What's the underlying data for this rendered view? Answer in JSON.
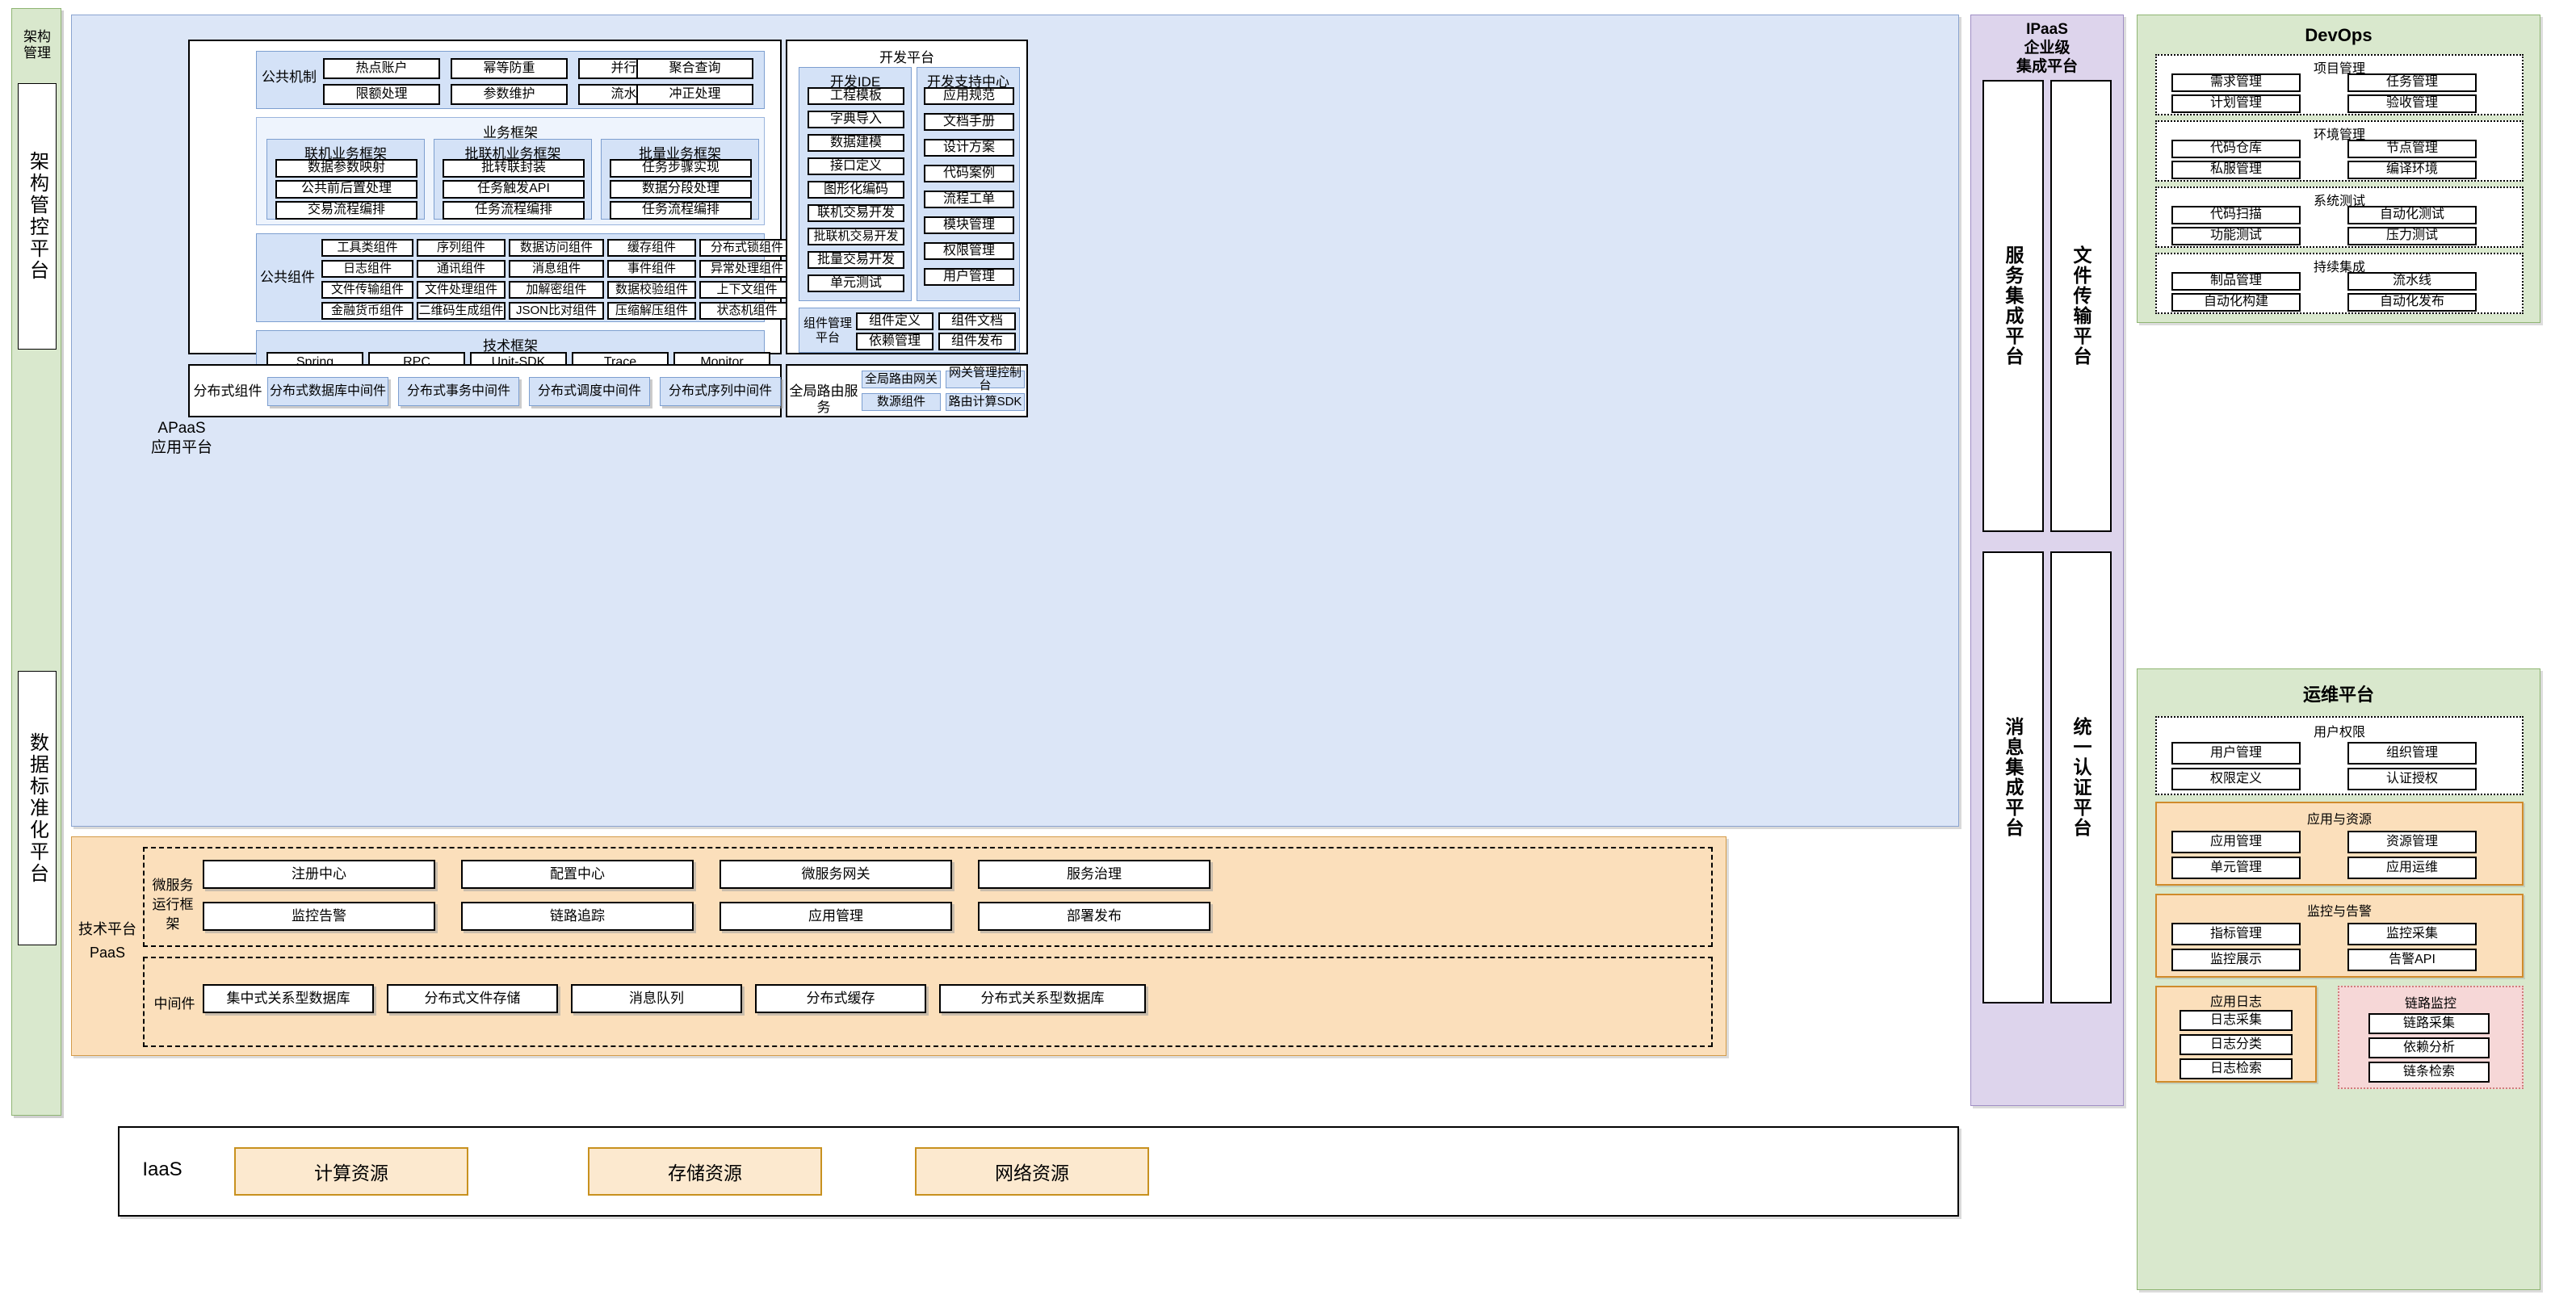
{
  "left_rail": {
    "top_label": "架构管理",
    "cells": [
      "架构管控平台",
      "数据标准化平台"
    ]
  },
  "apaas": {
    "label": "APaaS\n应用平台",
    "label_line1": "APaaS",
    "label_line2": "应用平台",
    "common_mechanism": {
      "title": "公共机制",
      "items": [
        "热点账户",
        "幂等防重",
        "并行分派",
        "聚合查询",
        "限额处理",
        "参数维护",
        "流水登记",
        "冲正处理"
      ]
    },
    "business_framework": {
      "title": "业务框架",
      "groups": [
        {
          "title": "联机业务框架",
          "items": [
            "数据参数映射",
            "公共前后置处理",
            "交易流程编排"
          ]
        },
        {
          "title": "批联机业务框架",
          "items": [
            "批转联封装",
            "任务触发API",
            "任务流程编排"
          ]
        },
        {
          "title": "批量业务框架",
          "items": [
            "任务步骤实现",
            "数据分段处理",
            "任务流程编排"
          ]
        }
      ]
    },
    "common_components": {
      "title": "公共组件",
      "rows": [
        [
          "工具类组件",
          "序列组件",
          "数据访问组件",
          "缓存组件",
          "分布式锁组件"
        ],
        [
          "日志组件",
          "通讯组件",
          "消息组件",
          "事件组件",
          "异常处理组件"
        ],
        [
          "文件传输组件",
          "文件处理组件",
          "加解密组件",
          "数据校验组件",
          "上下文组件"
        ],
        [
          "金融货币组件",
          "二维码生成组件",
          "JSON比对组件",
          "压缩解压组件",
          "状态机组件"
        ]
      ]
    },
    "tech_framework": {
      "title": "技术框架",
      "items": [
        "Spring",
        "RPC",
        "Unit-SDK",
        "Trace",
        "Monitor"
      ]
    },
    "dev_platform": {
      "title": "开发平台",
      "ide": {
        "title": "开发IDE",
        "items": [
          "工程模板",
          "字典导入",
          "数据建模",
          "接口定义",
          "图形化编码",
          "联机交易开发",
          "批联机交易开发",
          "批量交易开发",
          "单元测试"
        ]
      },
      "support": {
        "title": "开发支持中心",
        "items": [
          "应用规范",
          "文档手册",
          "设计方案",
          "代码案例",
          "流程工单",
          "模块管理",
          "权限管理",
          "用户管理"
        ]
      },
      "component_platform": {
        "title": "组件管理平台",
        "items": [
          "组件定义",
          "组件文档",
          "依赖管理",
          "组件发布"
        ]
      }
    },
    "distributed_components": {
      "title": "分布式组件",
      "items": [
        "分布式数据库中间件",
        "分布式事务中间件",
        "分布式调度中间件",
        "分布式序列中间件"
      ]
    },
    "global_routing": {
      "title": "全局路由服务",
      "items": [
        "全局路由网关",
        "网关管理控制台",
        "数源组件",
        "路由计算SDK"
      ]
    }
  },
  "tech_paas": {
    "label_line1": "技术平台",
    "label_line2": "PaaS",
    "microservice": {
      "title_line1": "微服务",
      "title_line2": "运行框架",
      "items": [
        "注册中心",
        "配置中心",
        "微服务网关",
        "服务治理",
        "监控告警",
        "链路追踪",
        "应用管理",
        "部署发布"
      ]
    },
    "middleware": {
      "title": "中间件",
      "items": [
        "集中式关系型数据库",
        "分布式文件存储",
        "消息队列",
        "分布式缓存",
        "分布式关系型数据库"
      ]
    }
  },
  "iaas": {
    "label": "IaaS",
    "items": [
      "计算资源",
      "存储资源",
      "网络资源"
    ]
  },
  "ipaas": {
    "title_lines": [
      "IPaaS",
      "企业级",
      "集成平台"
    ],
    "cells": [
      "服务集成平台",
      "文件传输平台",
      "消息集成平台",
      "统一认证平台"
    ]
  },
  "devops": {
    "title": "DevOps",
    "sections": [
      {
        "title": "项目管理",
        "items": [
          "需求管理",
          "任务管理",
          "计划管理",
          "验收管理"
        ]
      },
      {
        "title": "环境管理",
        "items": [
          "代码仓库",
          "节点管理",
          "私服管理",
          "编译环境"
        ]
      },
      {
        "title": "系统测试",
        "items": [
          "代码扫描",
          "自动化测试",
          "功能测试",
          "压力测试"
        ]
      },
      {
        "title": "持续集成",
        "items": [
          "制品管理",
          "流水线",
          "自动化构建",
          "自动化发布"
        ]
      }
    ]
  },
  "ops_platform": {
    "title": "运维平台",
    "sections": [
      {
        "title": "用户权限",
        "style": "dotted",
        "items": [
          "用户管理",
          "组织管理",
          "权限定义",
          "认证授权"
        ]
      },
      {
        "title": "应用与资源",
        "style": "orange",
        "items": [
          "应用管理",
          "资源管理",
          "单元管理",
          "应用运维"
        ]
      },
      {
        "title": "监控与告警",
        "style": "orange",
        "items": [
          "指标管理",
          "监控采集",
          "监控展示",
          "告警API"
        ]
      }
    ],
    "app_log": {
      "title": "应用日志",
      "items": [
        "日志采集",
        "日志分类",
        "日志检索"
      ]
    },
    "trace_monitor": {
      "title": "链路监控",
      "items": [
        "链路采集",
        "依赖分析",
        "链条检索"
      ]
    }
  },
  "colors": {
    "blue_panel": "#dce6f7",
    "orange_panel": "#fbdfbb",
    "green_panel": "#d9e8cd",
    "purple_panel": "#ddd4ec",
    "pink_panel": "#f6d7d7"
  }
}
